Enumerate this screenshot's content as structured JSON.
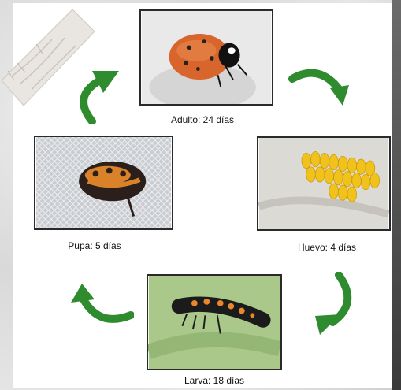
{
  "stages": {
    "adult": {
      "label": "Adulto: 24 días"
    },
    "egg": {
      "label": "Huevo: 4 días"
    },
    "larva": {
      "label": "Larva: 18 días"
    },
    "pupa": {
      "label": "Pupa: 5 días"
    }
  },
  "arrows": {
    "color": "#2e8b2e",
    "order": [
      "adult-to-egg",
      "egg-to-larva",
      "larva-to-pupa",
      "pupa-to-adult"
    ]
  },
  "colors": {
    "arrow_green": "#2e8b2e",
    "frame": "#2a2a2a",
    "ladybug_orange": "#d8652c",
    "egg_yellow": "#f2c21c"
  }
}
